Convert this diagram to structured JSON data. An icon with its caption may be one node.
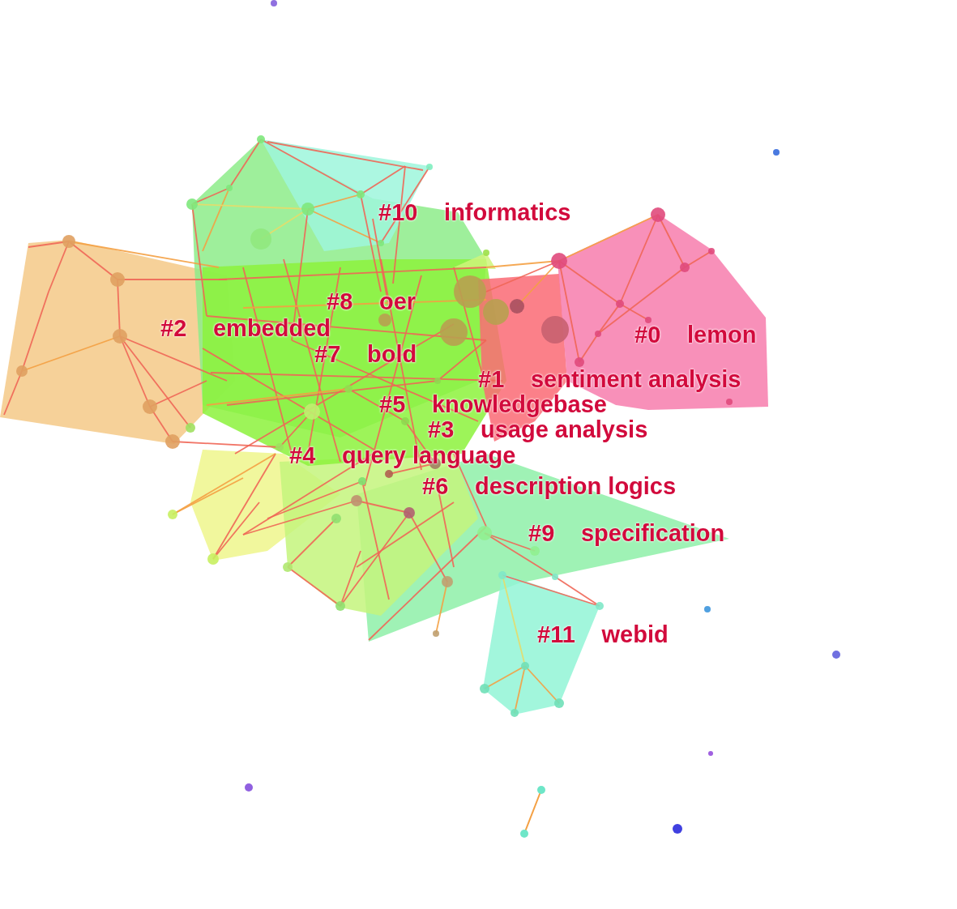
{
  "diagram": {
    "labels": [
      "#10 informatics",
      "#8 oer",
      "#2 embedded",
      "#0 lemon",
      "#7 bold",
      "#1 sentiment analysis",
      "#5 knowledgebase",
      "#3 usage analysis",
      "#4 query language",
      "#6 description logics",
      "#9 specification",
      "#11 webid"
    ]
  }
}
